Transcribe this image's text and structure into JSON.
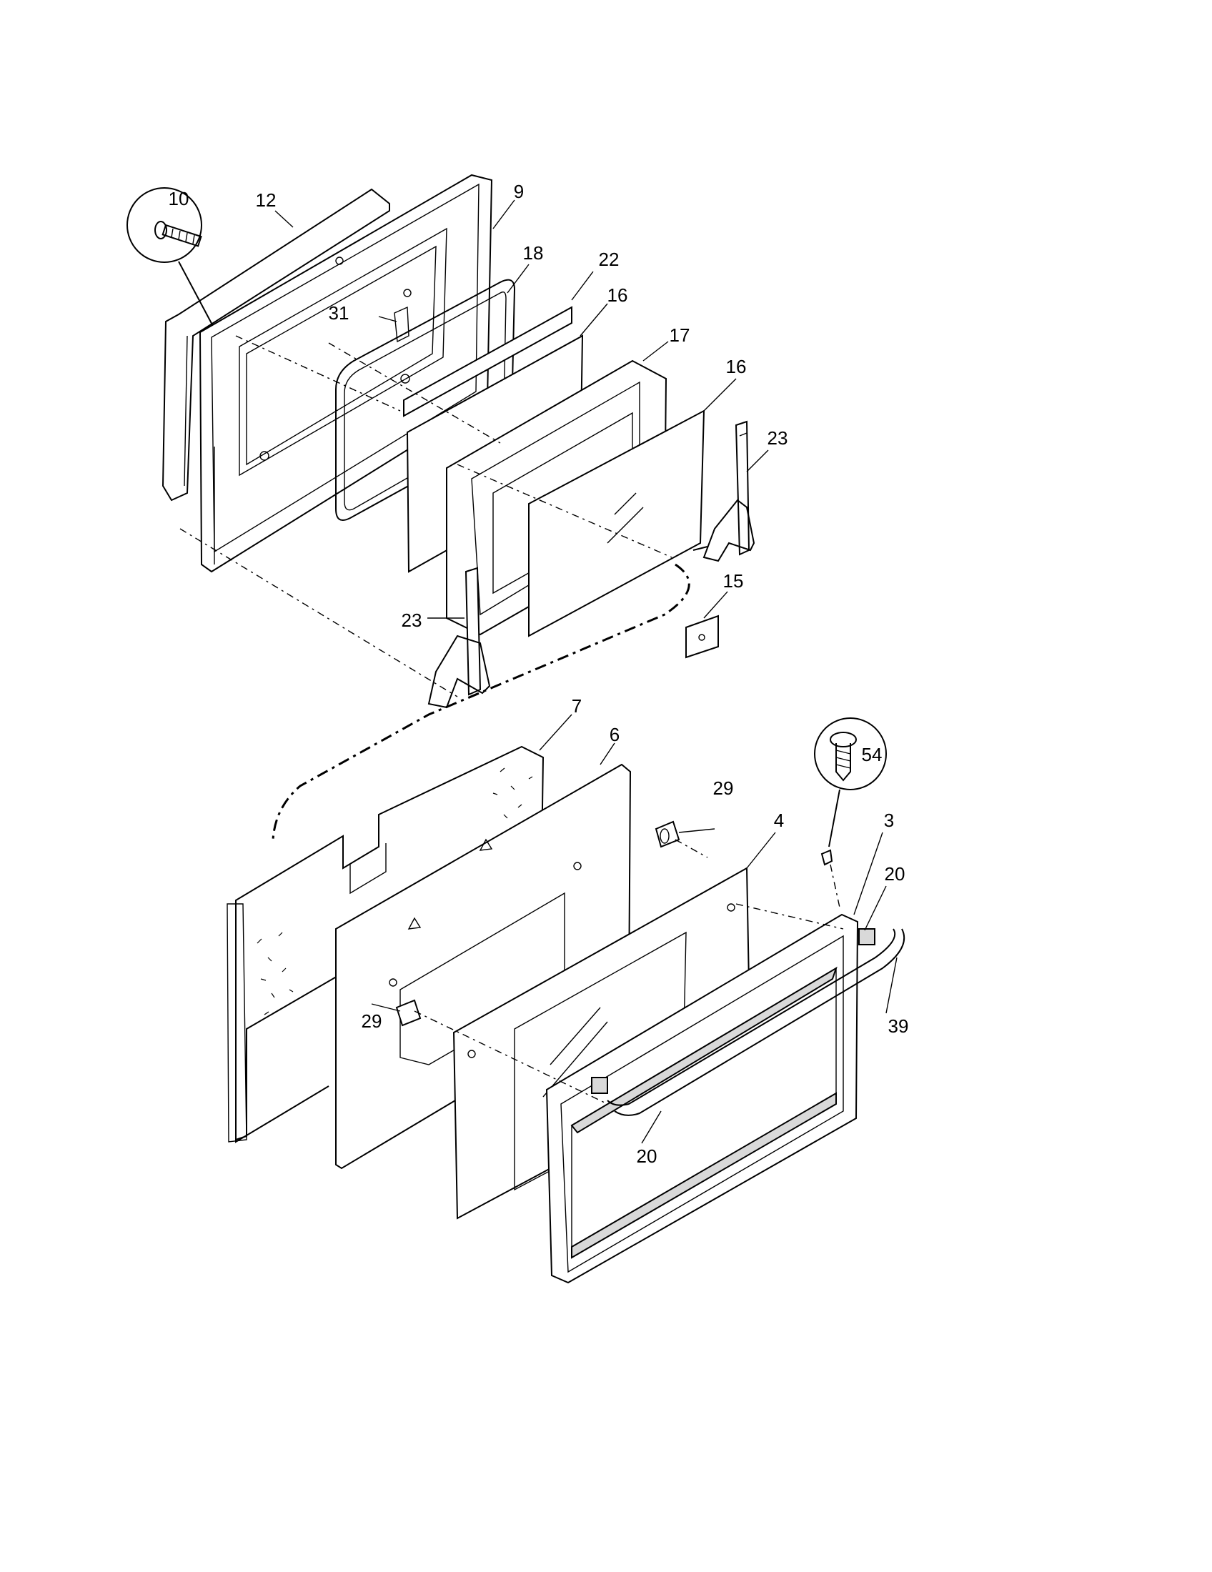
{
  "callouts": {
    "c10": "10",
    "c12": "12",
    "c9": "9",
    "c18": "18",
    "c22": "22",
    "c16a": "16",
    "c31": "31",
    "c17": "17",
    "c16b": "16",
    "c23a": "23",
    "c23b": "23",
    "c15": "15",
    "c7": "7",
    "c6": "6",
    "c29a": "29",
    "c4": "4",
    "c54": "54",
    "c3": "3",
    "c20a": "20",
    "c39": "39",
    "c29b": "29",
    "c20b": "20"
  }
}
